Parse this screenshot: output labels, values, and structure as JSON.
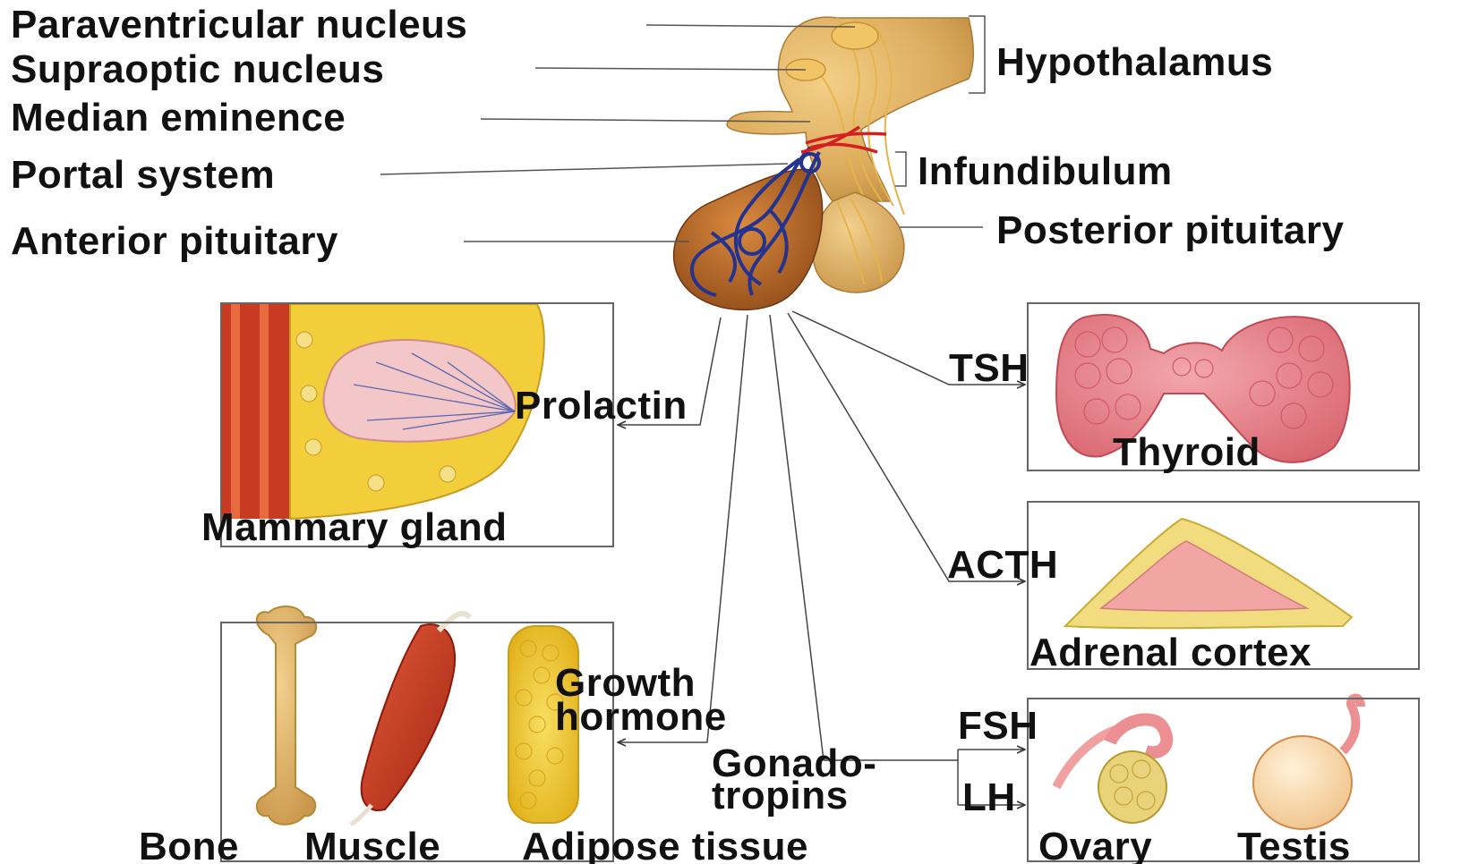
{
  "structures": {
    "paraventricular": "Paraventricular nucleus",
    "supraoptic": "Supraoptic nucleus",
    "median_eminence": "Median eminence",
    "portal_system": "Portal system",
    "anterior_pituitary": "Anterior pituitary",
    "hypothalamus": "Hypothalamus",
    "infundibulum": "Infundibulum",
    "posterior_pituitary": "Posterior pituitary"
  },
  "hormones": {
    "prolactin": "Prolactin",
    "tsh": "TSH",
    "acth": "ACTH",
    "growth_line1": "Growth",
    "growth_line2": "hormone",
    "gonado_line1": "Gonado-",
    "gonado_line2": "tropins",
    "fsh": "FSH",
    "lh": "LH"
  },
  "targets": {
    "mammary": "Mammary gland",
    "thyroid": "Thyroid",
    "adrenal": "Adrenal cortex",
    "bone": "Bone",
    "muscle": "Muscle",
    "adipose": "Adipose tissue",
    "ovary": "Ovary",
    "testis": "Testis"
  },
  "colors": {
    "hypothalamus_tan": "#d9a85a",
    "anterior_brown": "#b8642a",
    "portal_blue": "#23338f",
    "artery_red": "#d42020",
    "thyroid_pink": "#e8848c",
    "adipose_yellow": "#f2cf3a",
    "muscle_red": "#c93a22",
    "bone_cream": "#f3dd92"
  }
}
